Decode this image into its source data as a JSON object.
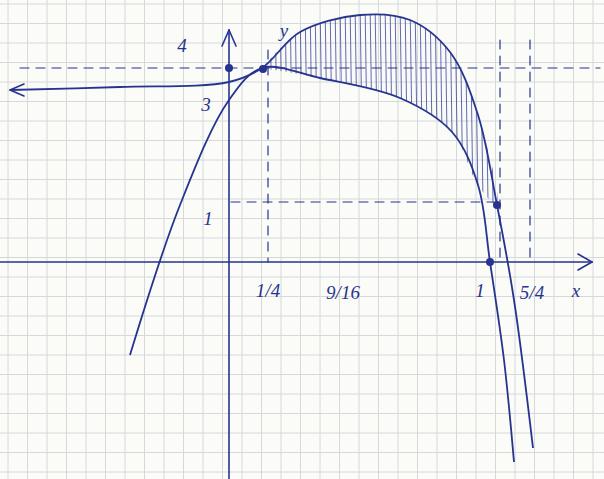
{
  "diagram": {
    "labels": [
      "y",
      "4",
      "3",
      "1",
      "1/4",
      "9/16",
      "1",
      "5/4",
      "x"
    ]
  }
}
